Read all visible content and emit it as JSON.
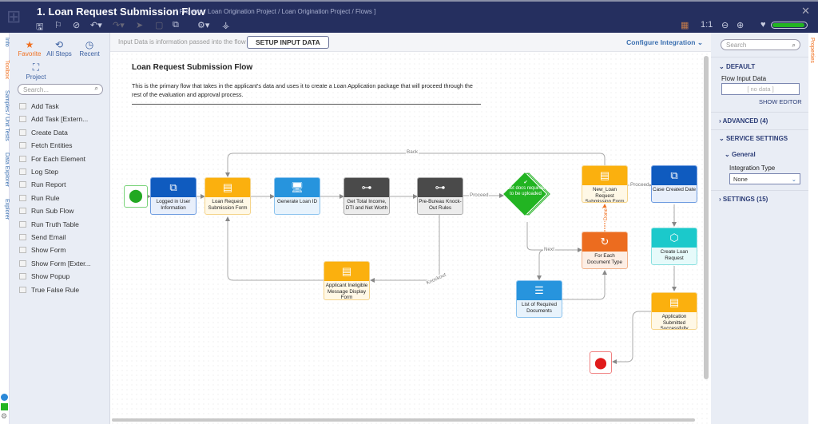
{
  "header": {
    "title": "1. Loan Request Submission Flow",
    "breadcrumb": "[ Projects / Loan Origination Project / Loan Origination Project / Flows ]",
    "zoom_label": "1:1",
    "health_percent": 95
  },
  "toolbox": {
    "favorite": "Favorite",
    "all_steps": "All Steps",
    "recent": "Recent",
    "project": "Project",
    "search_placeholder": "Search...",
    "items": [
      "Add Task",
      "Add Task [Extern...",
      "Create Data",
      "Fetch Entities",
      "For Each Element",
      "Log Step",
      "Run Report",
      "Run Rule",
      "Run Sub Flow",
      "Run Truth Table",
      "Send Email",
      "Show Form",
      "Show Form [Exter...",
      "Show Popup",
      "True False Rule"
    ]
  },
  "left_tabs": [
    "Info",
    "Toolbox",
    "Samples / Unit Tests",
    "Data Explorer",
    "Explorer"
  ],
  "infobar": {
    "text": "Input Data is information passed into the flow",
    "setup_button": "SETUP INPUT DATA",
    "configure": "Configure Integration"
  },
  "flow": {
    "title": "Loan Request Submission Flow",
    "description": "This is the primary flow that takes in the applicant's data and uses it to create a Loan Application package that will proceed through the rest of the evaluation and approval process.",
    "nodes": {
      "logged": "Logged in User Information",
      "loanform": "Loan Request Submission Form",
      "genid": "Generate Loan ID",
      "total": "Get Total Income, DTI and Net Worth",
      "prebureau": "Pre-Bureau Knock-Out Rules",
      "docs": "Get docs required to be uploaded",
      "newloan": "New_Loan Request Submission Form with Doc Upload",
      "case": "Case Created Date",
      "foreach": "For Each Document Type",
      "list": "List of Required Documents",
      "create": "Create Loan Request",
      "submitted": "Application Submitted Successfully",
      "ineligible": "Applicant Ineligible Message Display Form"
    },
    "edges": {
      "back": "Back",
      "proceed1": "Proceed",
      "proceed2": "Proceed",
      "next": "Next",
      "done": "Done",
      "knockout": "Knockout"
    }
  },
  "properties": {
    "tab": "Properties",
    "search_placeholder": "Search",
    "default": "DEFAULT",
    "flow_input_data": "Flow Input Data",
    "no_data": "[ no data ]",
    "show_editor": "SHOW EDITOR",
    "advanced": "ADVANCED (4)",
    "service_settings": "SERVICE SETTINGS",
    "general": "General",
    "integration_type": "Integration Type",
    "integration_value": "None",
    "settings": "SETTINGS (15)"
  }
}
